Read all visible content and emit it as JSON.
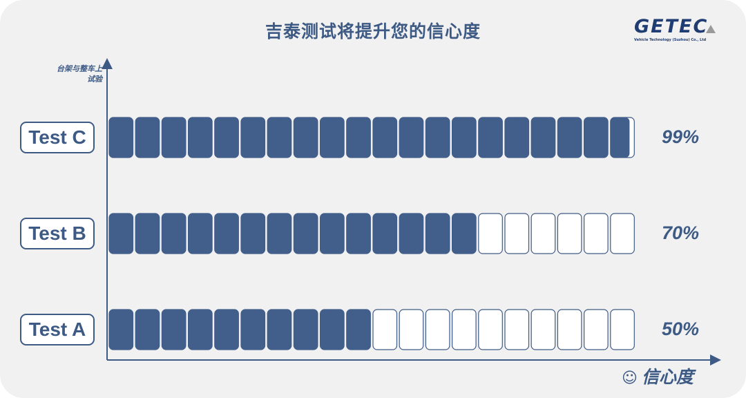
{
  "header": {
    "title": "吉泰测试将提升您的信心度",
    "logo_text": "GETEC",
    "logo_subtext": "Vehicle Technology (Suzhou) Co., Ltd"
  },
  "chart_data": {
    "type": "bar",
    "orientation": "horizontal",
    "categories": [
      "Test C",
      "Test B",
      "Test A"
    ],
    "values": [
      99,
      70,
      50
    ],
    "value_labels": [
      "99%",
      "70%",
      "50%"
    ],
    "ylabel": "台架与整车上试验",
    "ylabel_lines": [
      "台架与整车上",
      "试验"
    ],
    "xlabel": "信心度",
    "xlabel_icon": "smiley-icon",
    "xlim": [
      0,
      100
    ],
    "segments": 20,
    "grid": false,
    "legend": "none",
    "colors": {
      "filled": "#425f8c",
      "empty": "#ffffff",
      "border": "#3d5a85"
    }
  }
}
